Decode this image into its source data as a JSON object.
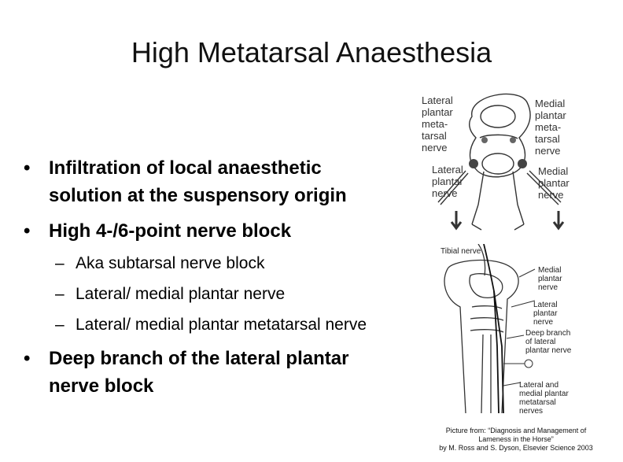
{
  "slide": {
    "title": "High Metatarsal Anaesthesia"
  },
  "bullets": {
    "b1": "Infiltration of local anaesthetic solution at the suspensory origin",
    "b2": "High 4-/6-point nerve block",
    "sub1": "Aka subtarsal nerve block",
    "sub2": "Lateral/ medial plantar nerve",
    "sub3": "Lateral/ medial plantar metatarsal nerve",
    "b3": "Deep branch of the lateral plantar nerve block",
    "bullet_char": "•",
    "dash_char": "–"
  },
  "figure_top": {
    "lat_meta": [
      "Lateral",
      "plantar",
      "meta-",
      "tarsal",
      "nerve"
    ],
    "med_meta": [
      "Medial",
      "plantar",
      "meta-",
      "tarsal",
      "nerve"
    ],
    "lat_plantar": [
      "Lateral",
      "plantar",
      "nerve"
    ],
    "med_plantar": [
      "Medial",
      "plantar",
      "nerve"
    ]
  },
  "figure_bottom": {
    "tibial": "Tibial nerve",
    "medial_plantar": [
      "Medial",
      "plantar",
      "nerve"
    ],
    "lateral_plantar": [
      "Lateral",
      "plantar",
      "nerve"
    ],
    "deep_branch": [
      "Deep branch",
      "of lateral",
      "plantar nerve"
    ],
    "meta_nerves": [
      "Lateral and",
      "medial plantar",
      "metatarsal",
      "nerves"
    ]
  },
  "credit": [
    "Picture from: “Diagnosis and Management of",
    "Lameness in the Horse”",
    "by M. Ross and S. Dyson, Elsevier Science 2003"
  ]
}
